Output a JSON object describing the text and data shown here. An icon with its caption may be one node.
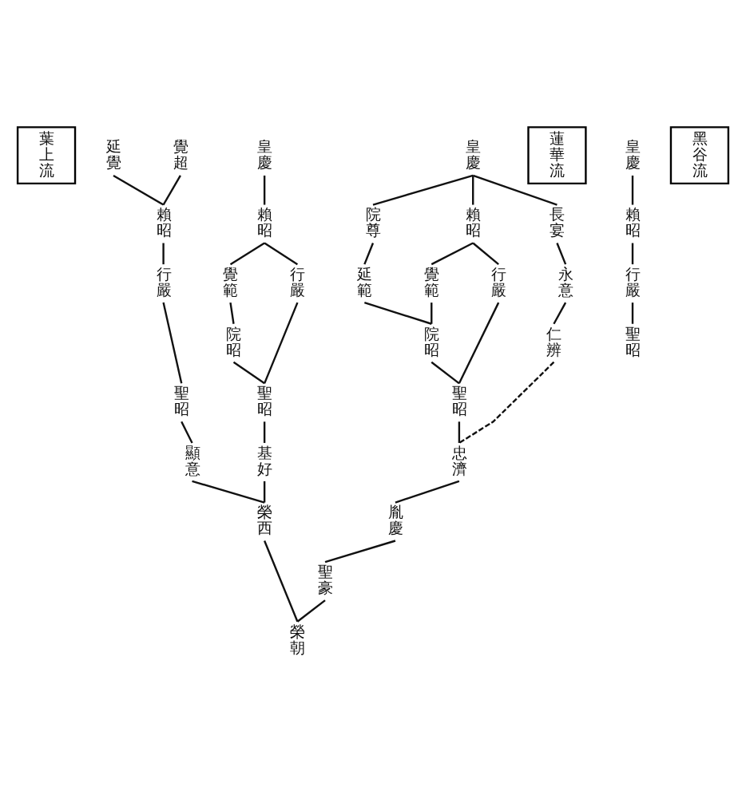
{
  "diagram": {
    "nodes": [
      {
        "text": [
          "黑谷流"
        ]
      },
      {
        "text": [
          "皇慶"
        ]
      },
      {
        "text": [
          "賴昭"
        ]
      },
      {
        "text": [
          "行嚴"
        ]
      },
      {
        "text": [
          "聖昭"
        ]
      },
      {
        "text": [
          "蓮華流"
        ]
      },
      {
        "text": [
          "皇慶"
        ]
      },
      {
        "text": [
          "長宴"
        ]
      },
      {
        "text": [
          "賴昭"
        ]
      },
      {
        "text": [
          "院尊"
        ]
      },
      {
        "text": [
          "永意"
        ]
      },
      {
        "text": [
          "行嚴"
        ]
      },
      {
        "text": [
          "覺範"
        ]
      },
      {
        "text": [
          "延範"
        ]
      },
      {
        "text": [
          "仁辨"
        ]
      },
      {
        "text": [
          "院昭"
        ]
      },
      {
        "text": [
          "聖昭"
        ]
      },
      {
        "text": [
          "忠濟"
        ]
      },
      {
        "text": [
          "胤慶"
        ]
      },
      {
        "text": [
          "聖豪"
        ]
      },
      {
        "text": [
          "葉上流"
        ]
      },
      {
        "text": [
          "皇慶"
        ]
      },
      {
        "text": [
          "賴昭"
        ]
      },
      {
        "text": [
          "行嚴"
        ]
      },
      {
        "text": [
          "覺範"
        ]
      },
      {
        "text": [
          "院昭"
        ]
      },
      {
        "text": [
          "聖昭"
        ]
      },
      {
        "text": [
          "基好"
        ]
      },
      {
        "text": [
          "覺超"
        ]
      },
      {
        "text": [
          "延覺"
        ]
      },
      {
        "text": [
          "賴昭"
        ]
      },
      {
        "text": [
          "行嚴"
        ]
      },
      {
        "text": [
          "聖昭"
        ]
      },
      {
        "text": [
          "顯意"
        ]
      },
      {
        "text": [
          "榮西"
        ]
      },
      {
        "text": [
          "榮朝"
        ]
      }
    ],
    "edges": [
      {
        "from": 1,
        "to": 2,
        "arrow": "none"
      },
      {
        "from": 2,
        "to": 3,
        "arrow": "none"
      },
      {
        "from": 3,
        "to": 4,
        "arrow": "none"
      },
      {
        "from": 6,
        "to": 9,
        "arrow": "none"
      },
      {
        "from": 6,
        "to": 8,
        "arrow": "none"
      },
      {
        "from": 6,
        "to": 7,
        "arrow": "none"
      },
      {
        "from": 7,
        "to": 10,
        "arrow": "none"
      },
      {
        "from": 10,
        "to": 14,
        "arrow": "none"
      },
      {
        "from": 8,
        "to": 12,
        "arrow": "none"
      },
      {
        "from": 8,
        "to": 11,
        "arrow": "none"
      },
      {
        "from": 9,
        "to": 13,
        "arrow": "none"
      },
      {
        "from": 13,
        "to": 15,
        "arrow": "none"
      },
      {
        "from": 12,
        "to": 15,
        "arrow": "none"
      },
      {
        "from": 15,
        "to": 16,
        "arrow": "none"
      },
      {
        "from": 11,
        "to": 16,
        "arrow": "none"
      },
      {
        "from": 16,
        "to": 17,
        "arrow": "none"
      },
      {
        "from": 14,
        "to": 17,
        "arrow": "none",
        "style": "dashed"
      },
      {
        "from": 17,
        "to": 18,
        "arrow": "none"
      },
      {
        "from": 18,
        "to": 19,
        "arrow": "none"
      },
      {
        "from": 19,
        "to": 35,
        "arrow": "none"
      },
      {
        "from": 21,
        "to": 22,
        "arrow": "none"
      },
      {
        "from": 22,
        "to": 24,
        "arrow": "none"
      },
      {
        "from": 22,
        "to": 23,
        "arrow": "none"
      },
      {
        "from": 24,
        "to": 25,
        "arrow": "none"
      },
      {
        "from": 25,
        "to": 26,
        "arrow": "none"
      },
      {
        "from": 23,
        "to": 26,
        "arrow": "none"
      },
      {
        "from": 26,
        "to": 27,
        "arrow": "none"
      },
      {
        "from": 29,
        "to": 30,
        "arrow": "none"
      },
      {
        "from": 28,
        "to": 30,
        "arrow": "none"
      },
      {
        "from": 30,
        "to": 31,
        "arrow": "none"
      },
      {
        "from": 31,
        "to": 32,
        "arrow": "none"
      },
      {
        "from": 32,
        "to": 33,
        "arrow": "none"
      },
      {
        "from": 33,
        "to": 34,
        "arrow": "none"
      },
      {
        "from": 27,
        "to": 34,
        "arrow": "none"
      },
      {
        "from": 34,
        "to": 35,
        "arrow": "none"
      }
    ]
  }
}
